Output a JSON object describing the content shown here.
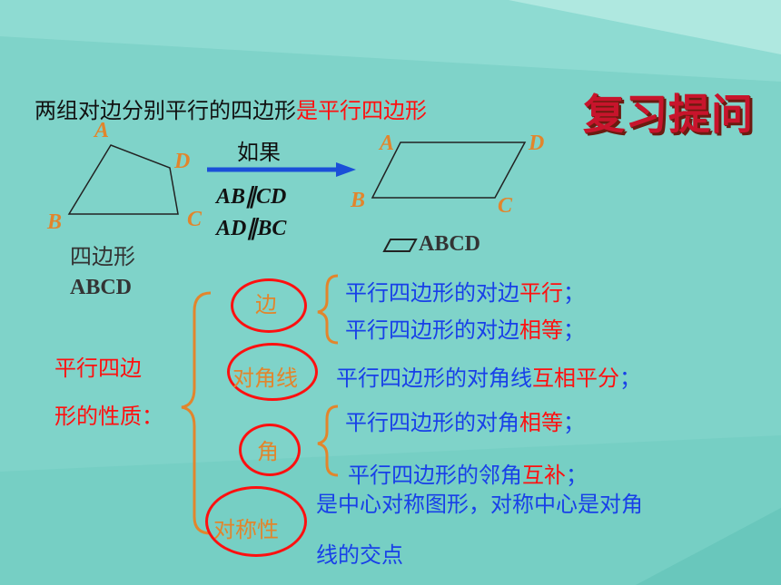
{
  "title": "复习提问",
  "definition": {
    "part1": "两组对边分别平行的四边形",
    "part2": "是平行四边形"
  },
  "quad": {
    "A": "A",
    "B": "B",
    "C": "C",
    "D": "D",
    "name_line1": "四边形",
    "name_line2": "ABCD"
  },
  "arrow": {
    "label": "如果",
    "cond1": "AB∥CD",
    "cond2": "AD∥BC"
  },
  "para": {
    "A": "A",
    "B": "B",
    "C": "C",
    "D": "D",
    "name": "ABCD"
  },
  "properties_label": {
    "line1": "平行四边",
    "line2": "形的性质："
  },
  "side": {
    "label": "边",
    "p1_a": "平行四边形的对边",
    "p1_b": "平行",
    "p1_c": "；",
    "p2_a": "平行四边形的对边",
    "p2_b": "相等",
    "p2_c": "；"
  },
  "diagonal": {
    "label": "对角线",
    "p_a": "平行四边形的对角线",
    "p_b": "互相平分",
    "p_c": "；"
  },
  "angle": {
    "label": "角",
    "p1_a": "平行四边形的对角",
    "p1_b": "相等",
    "p1_c": "；",
    "p2_a": "平行四边形的邻角",
    "p2_b": "互补",
    "p2_c": "；"
  },
  "symmetry": {
    "label": "对称性",
    "line1": "是中心对称图形，对称中心是对角",
    "line2": "线的交点"
  },
  "colors": {
    "red": "#ff1010",
    "blue": "#1840e8",
    "orange": "#e2852c",
    "title": "#c8142c",
    "bg": "#7fd3c9"
  }
}
